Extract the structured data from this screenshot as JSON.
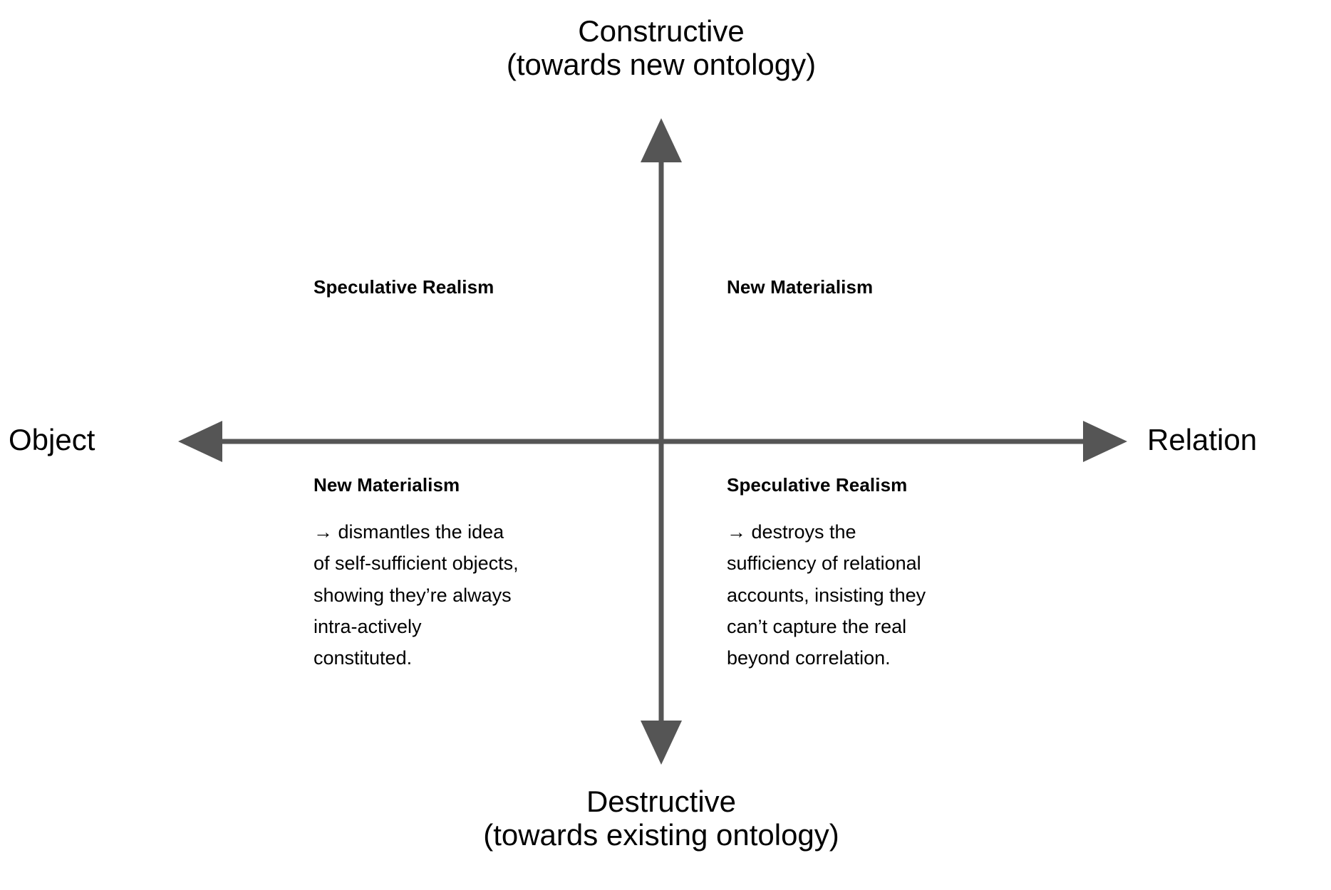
{
  "diagram": {
    "type": "quadrant-matrix",
    "background_color": "#ffffff",
    "axis_color": "#555555",
    "text_color": "#000000",
    "axes": {
      "vertical": {
        "top_pole": "Constructive\n(towards new ontology)",
        "top_pole_line1": "Constructive",
        "top_pole_line2": "(towards new ontology)",
        "bottom_pole": "Destructive\n(towards existing ontology)",
        "bottom_pole_line1": "Destructive",
        "bottom_pole_line2": "(towards existing ontology)"
      },
      "horizontal": {
        "left_pole": "Object",
        "right_pole": "Relation"
      }
    },
    "quadrants": [
      {
        "position": "top-left",
        "title": "Speculative Realism",
        "body": ""
      },
      {
        "position": "top-right",
        "title": "New Materialism",
        "body": ""
      },
      {
        "position": "bottom-left",
        "title": "New Materialism",
        "body": "→ dismantles the idea\nof self-sufficient objects,\nshowing they’re always\nintra-actively\nconstituted."
      },
      {
        "position": "bottom-right",
        "title": "Speculative Realism",
        "body": "→ destroys the\nsufficiency of relational\naccounts, insisting they\ncan’t capture the real\nbeyond correlation."
      }
    ]
  }
}
